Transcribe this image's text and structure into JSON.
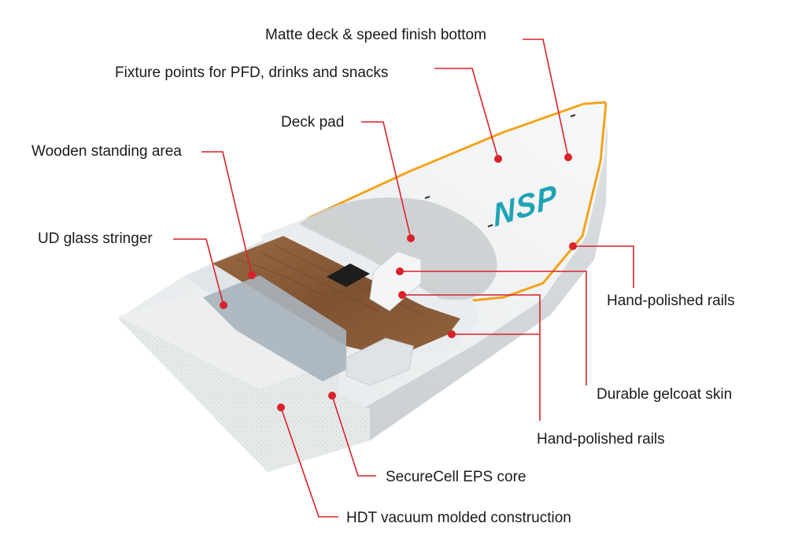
{
  "brand_logo": "NSP",
  "colors": {
    "leader_line": "#d9222a",
    "board_white": "#eef1f2",
    "rail_orange": "#f2a31c",
    "wood": "#8a5a36",
    "logo_teal": "#1fa3b5"
  },
  "callouts": [
    {
      "id": "matte-deck",
      "label": "Matte deck & speed finish bottom"
    },
    {
      "id": "fixture-points",
      "label": "Fixture points for PFD, drinks and snacks"
    },
    {
      "id": "deck-pad",
      "label": "Deck pad"
    },
    {
      "id": "wooden-standing-area",
      "label": "Wooden standing area"
    },
    {
      "id": "ud-glass-stringer",
      "label": "UD glass stringer"
    },
    {
      "id": "hand-polished-rails-1",
      "label": "Hand-polished rails"
    },
    {
      "id": "durable-gelcoat-skin",
      "label": "Durable gelcoat skin"
    },
    {
      "id": "hand-polished-rails-2",
      "label": "Hand-polished rails"
    },
    {
      "id": "securecell-eps-core",
      "label": "SecureCell EPS core"
    },
    {
      "id": "hdt-vacuum-molded",
      "label": "HDT vacuum molded construction"
    }
  ]
}
